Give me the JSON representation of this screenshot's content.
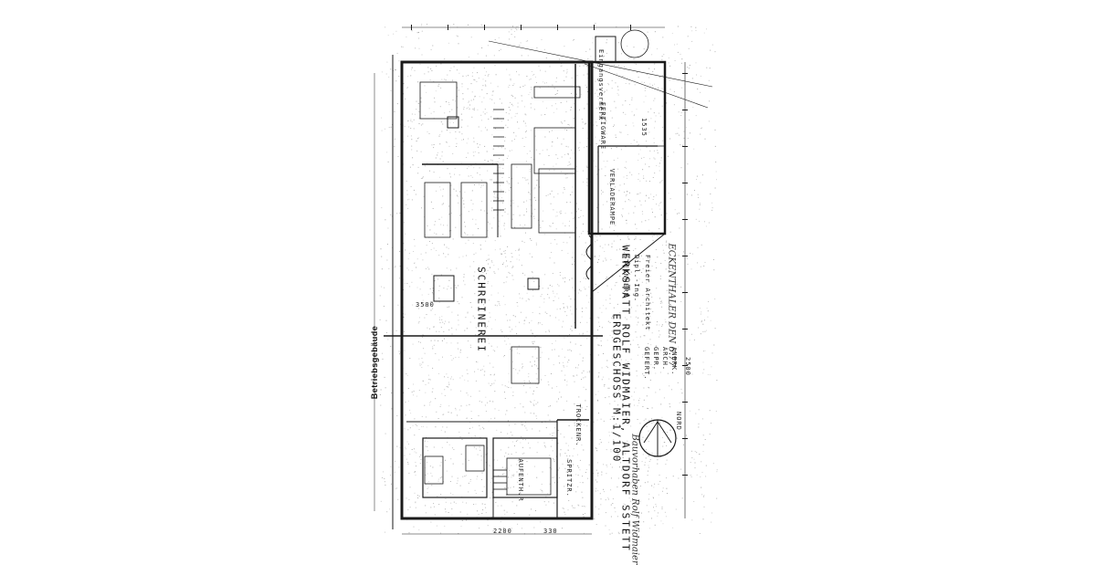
{
  "document": {
    "side_caption": "Betriebsgebäude",
    "title_line1": "WERKSTATT ROLF WIDMAIER, ALTDORF SSTETT",
    "title_line2": "ERDGESCHOSS M:1/100",
    "north_label": "NORD",
    "approval_labels": [
      "GEFERT.",
      "GEPR.",
      "ARCH.",
      "ANERK."
    ],
    "stamp_text": "Eingangsvermerk",
    "signature_block": [
      "STEINHERR",
      "Dipl.-Ing.",
      "Freier Architekt",
      "ECKENTHALER DEN 6.77"
    ],
    "handwritten_note": "Bauvorhaben Rolf Widmaier",
    "room_labels": {
      "schreinerei": "SCHREINEREI",
      "fertigware": "FERTIGWARE",
      "verladerampe": "VERLADERAMPE",
      "trockenraum": "TROCKENR.",
      "spritzraum": "SPRITZR.",
      "aufenthalt": "AUFENTH.R"
    },
    "dimensions": [
      "3500",
      "2500",
      "1535",
      "2200",
      "330"
    ],
    "colors": {
      "paper": "#ffffff",
      "ink": "#1a1a1a",
      "speckle": "#9a9a9a"
    }
  }
}
